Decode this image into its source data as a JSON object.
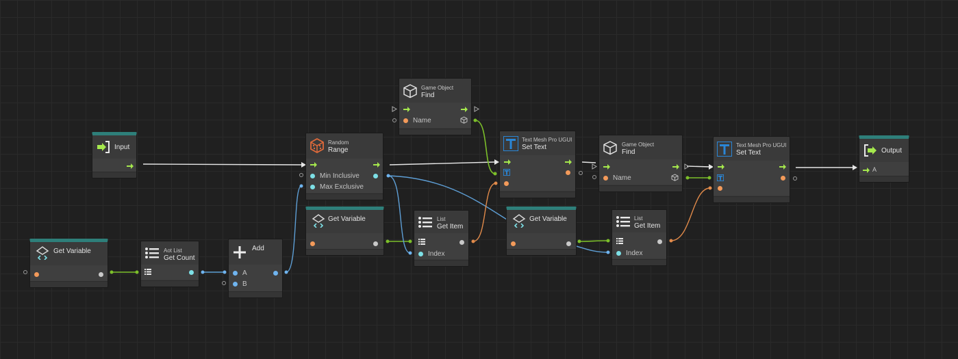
{
  "colors": {
    "background": "#202020",
    "flow": "#a5e84d",
    "wire_flow": "#e8e8e8",
    "wire_green": "#7cbf2a",
    "wire_blue": "#5e9fd6",
    "wire_orange": "#e08a4a",
    "header_accent": "#2e7f7a",
    "random_icon": "#e06a3a",
    "tmp_icon": "#2a86d6"
  },
  "nodes": {
    "input": {
      "title": "Input",
      "icon": "input-arrow-icon"
    },
    "output": {
      "title": "Output",
      "icon": "output-arrow-icon",
      "pin_a": "A"
    },
    "get_var_1": {
      "title": "Get Variable",
      "icon": "unity-variable-icon"
    },
    "aot_count": {
      "sub": "Aot List",
      "title": "Get Count",
      "icon": "list-icon"
    },
    "add": {
      "title": "Add",
      "icon": "plus-icon",
      "pin_a": "A",
      "pin_b": "B"
    },
    "random": {
      "sub": "Random",
      "title": "Range",
      "icon": "dice-icon",
      "pin_min": "Min Inclusive",
      "pin_max": "Max Exclusive"
    },
    "get_var_2": {
      "title": "Get Variable",
      "icon": "unity-variable-icon"
    },
    "list_get_1": {
      "sub": "List",
      "title": "Get Item",
      "icon": "list-icon",
      "pin_index": "Index"
    },
    "go_find_1": {
      "sub": "Game Object",
      "title": "Find",
      "icon": "cube-icon",
      "pin_name": "Name"
    },
    "set_text_1": {
      "sub": "Text Mesh Pro UGUI",
      "title": "Set Text",
      "icon": "text-t-icon"
    },
    "get_var_3": {
      "title": "Get Variable",
      "icon": "unity-variable-icon"
    },
    "list_get_2": {
      "sub": "List",
      "title": "Get Item",
      "icon": "list-icon",
      "pin_index": "Index"
    },
    "go_find_2": {
      "sub": "Game Object",
      "title": "Find",
      "icon": "cube-icon",
      "pin_name": "Name"
    },
    "set_text_2": {
      "sub": "Text Mesh Pro UGUI",
      "title": "Set Text",
      "icon": "text-t-icon"
    }
  }
}
